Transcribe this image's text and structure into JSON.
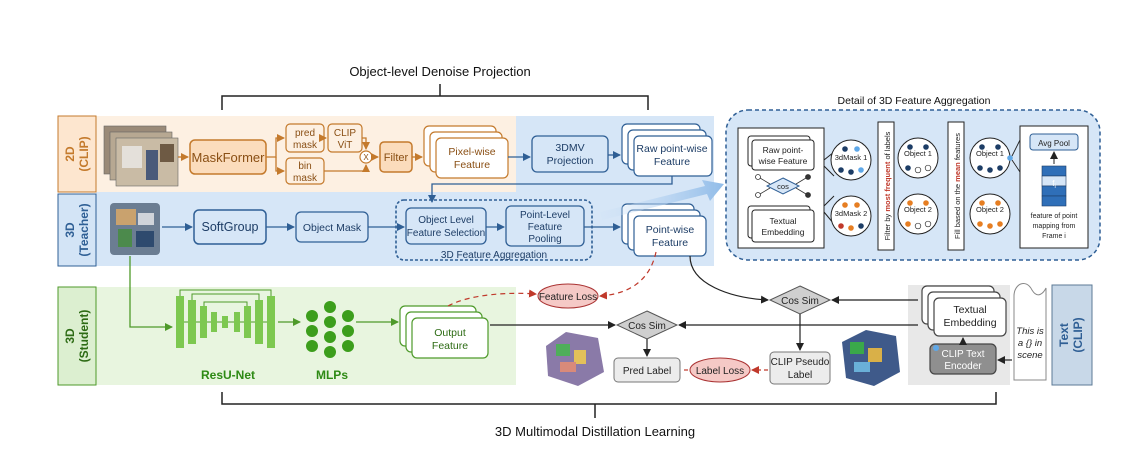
{
  "top_title": "Object-level Denoise Projection",
  "bottom_title": "3D Multimodal Distillation Learning",
  "detail_title": "Detail of 3D Feature Aggregation",
  "rows": {
    "clip2d": [
      "2D",
      "(CLIP)"
    ],
    "teacher": [
      "3D",
      "(Teacher)"
    ],
    "student": [
      "3D",
      "(Student)"
    ],
    "text": [
      "Text",
      "(CLIP)"
    ]
  },
  "nodes": {
    "maskformer": "MaskFormer",
    "pred_mask": [
      "pred",
      "mask"
    ],
    "clip_vit": [
      "CLIP",
      "ViT"
    ],
    "bin_mask": [
      "bin",
      "mask"
    ],
    "x_op": "X",
    "filter": "Filter",
    "pixel_wise": [
      "Pixel-wise",
      "Feature"
    ],
    "projection": [
      "3DMV",
      "Projection"
    ],
    "raw_point": [
      "Raw point-wise",
      "Feature"
    ],
    "softgroup": "SoftGroup",
    "object_mask": "Object Mask",
    "obj_sel": [
      "Object Level",
      "Feature Selection"
    ],
    "point_pool": [
      "Point-Level",
      "Feature",
      "Pooling"
    ],
    "aggregation_label": "3D Feature Aggregation",
    "point_wise": [
      "Point-wise",
      "Feature"
    ],
    "feature_loss": "Feature Loss",
    "resunet": "ResU-Net",
    "mlps": "MLPs",
    "output": [
      "Output",
      "Feature"
    ],
    "cos_sim_top": "Cos Sim",
    "cos_sim_bottom": "Cos Sim",
    "pred_label": "Pred Label",
    "label_loss": "Label Loss",
    "clip_pseudo": [
      "CLIP Pseudo",
      "Label"
    ],
    "textual_emb": [
      "Textual",
      "Embedding"
    ],
    "clip_text_enc": [
      "CLIP Text",
      "Encoder"
    ],
    "prompt": [
      "This is",
      "a {} in",
      "scene"
    ]
  },
  "detail": {
    "raw_point": [
      "Raw point-",
      "wise Feature"
    ],
    "cos": "cos",
    "textual": [
      "Textual",
      "Embedding"
    ],
    "mask1": "3dMask 1",
    "mask2": "3dMask 2",
    "filter_vertical_parts": [
      "Filter by ",
      "most frequent",
      " of labels"
    ],
    "fill_vertical_parts": [
      "Fill based on the ",
      "mean",
      " features"
    ],
    "object1": "Object 1",
    "object2": "Object 2",
    "object1b": "Object 1",
    "object2b": "Object 2",
    "avg_pool": "Avg Pool",
    "fi": "f",
    "fi_sub": "i",
    "mapping": [
      "feature of point",
      "mapping from",
      "Frame i"
    ]
  },
  "colors": {
    "orange": "#c47a2c",
    "orange_fill": "#fdf0e2",
    "blue": "#2f5f95",
    "blue_fill": "#d6e6f7",
    "green": "#6abf3d",
    "green_fill": "#e8f5df",
    "red": "#c0392b",
    "pink_fill": "#f5c9c6",
    "gray_fill": "#e5e5e5"
  }
}
